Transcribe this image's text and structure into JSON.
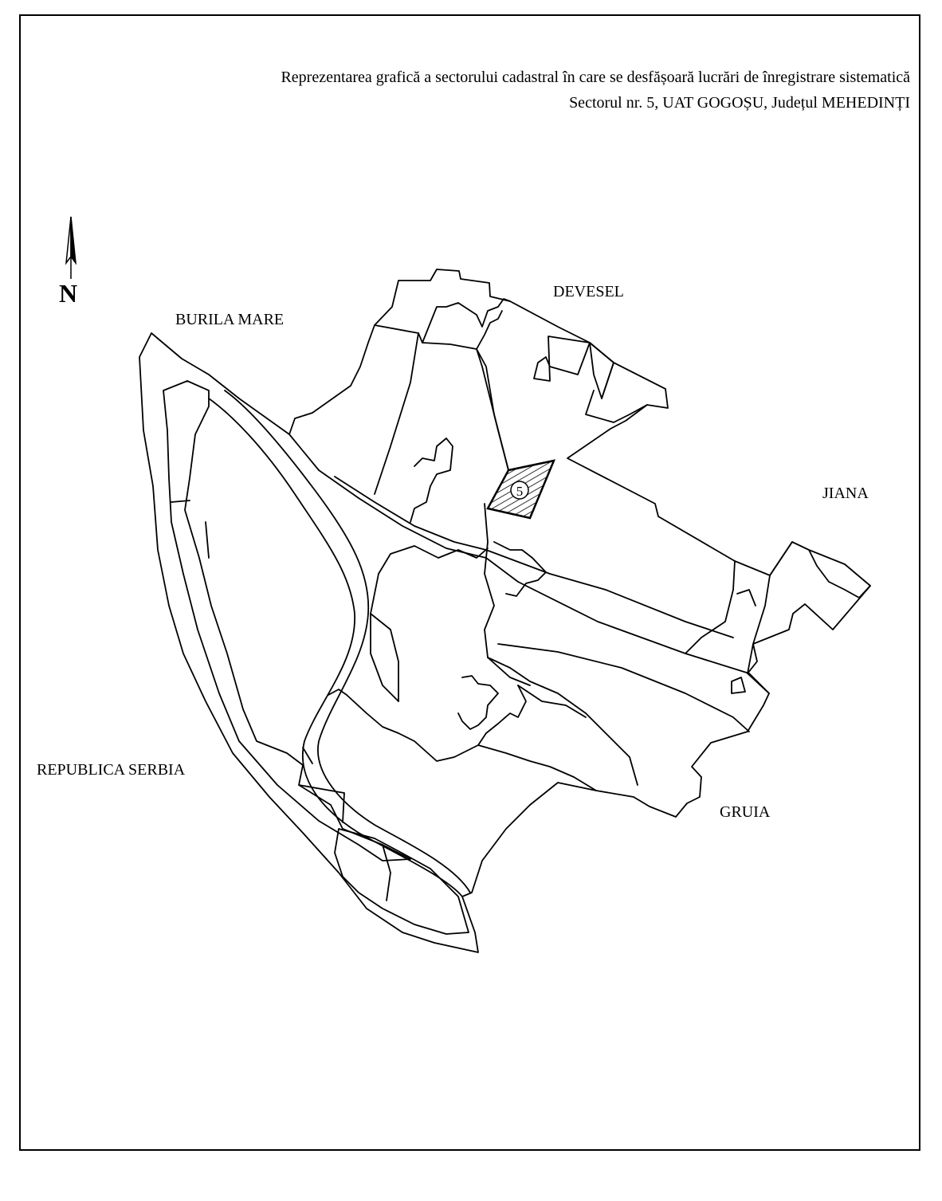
{
  "header": {
    "title_line1": "Reprezentarea grafică a sectorului cadastral în care se desfășoară lucrări de înregistrare sistematică",
    "title_line2": "Sectorul nr. 5, UAT GOGOȘU, Județul MEHEDINȚI"
  },
  "north_arrow": {
    "letter": "N",
    "icon": "north-arrow-icon"
  },
  "neighbors": {
    "burila_mare": "BURILA MARE",
    "devesel": "DEVESEL",
    "jiana": "JIANA",
    "serbia": "REPUBLICA SERBIA",
    "gruia": "GRUIA"
  },
  "sector": {
    "number": "5"
  },
  "colors": {
    "line": "#000000",
    "background": "#ffffff"
  }
}
